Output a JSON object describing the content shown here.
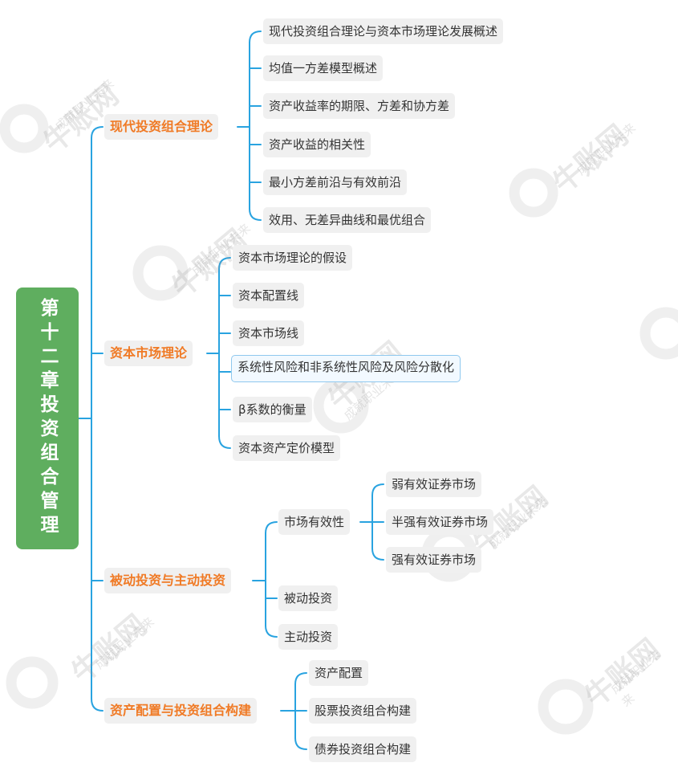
{
  "root": {
    "label": "第十二章投资组合管理"
  },
  "branches": [
    {
      "label": "现代投资组合理论",
      "children": [
        {
          "label": "现代投资组合理论与资本市场理论发展概述"
        },
        {
          "label": "均值一方差模型概述"
        },
        {
          "label": "资产收益率的期限、方差和协方差"
        },
        {
          "label": "资产收益的相关性"
        },
        {
          "label": "最小方差前沿与有效前沿"
        },
        {
          "label": "效用、无差异曲线和最优组合"
        }
      ]
    },
    {
      "label": "资本市场理论",
      "children": [
        {
          "label": "资本市场理论的假设"
        },
        {
          "label": "资本配置线"
        },
        {
          "label": "资本市场线"
        },
        {
          "label": "系统性风险和非系统性风险及风险分散化"
        },
        {
          "label": "β系数的衡量"
        },
        {
          "label": "资本资产定价模型"
        }
      ]
    },
    {
      "label": "被动投资与主动投资",
      "children": [
        {
          "label": "市场有效性",
          "children": [
            {
              "label": "弱有效证券市场"
            },
            {
              "label": "半强有效证券市场"
            },
            {
              "label": "强有效证券市场"
            }
          ]
        },
        {
          "label": "被动投资"
        },
        {
          "label": "主动投资"
        }
      ]
    },
    {
      "label": "资产配置与投资组合构建",
      "children": [
        {
          "label": "资产配置"
        },
        {
          "label": "股票投资组合构建"
        },
        {
          "label": "债券投资组合构建"
        }
      ]
    }
  ],
  "watermark": {
    "brand": "牛账网",
    "slogan": "成就职业未来"
  },
  "colors": {
    "root_bg": "#5fae5f",
    "level1_text": "#f07a25",
    "line": "#29a3e0",
    "node_bg": "#f0f0f0",
    "highlight_border": "#8fc8ee"
  }
}
